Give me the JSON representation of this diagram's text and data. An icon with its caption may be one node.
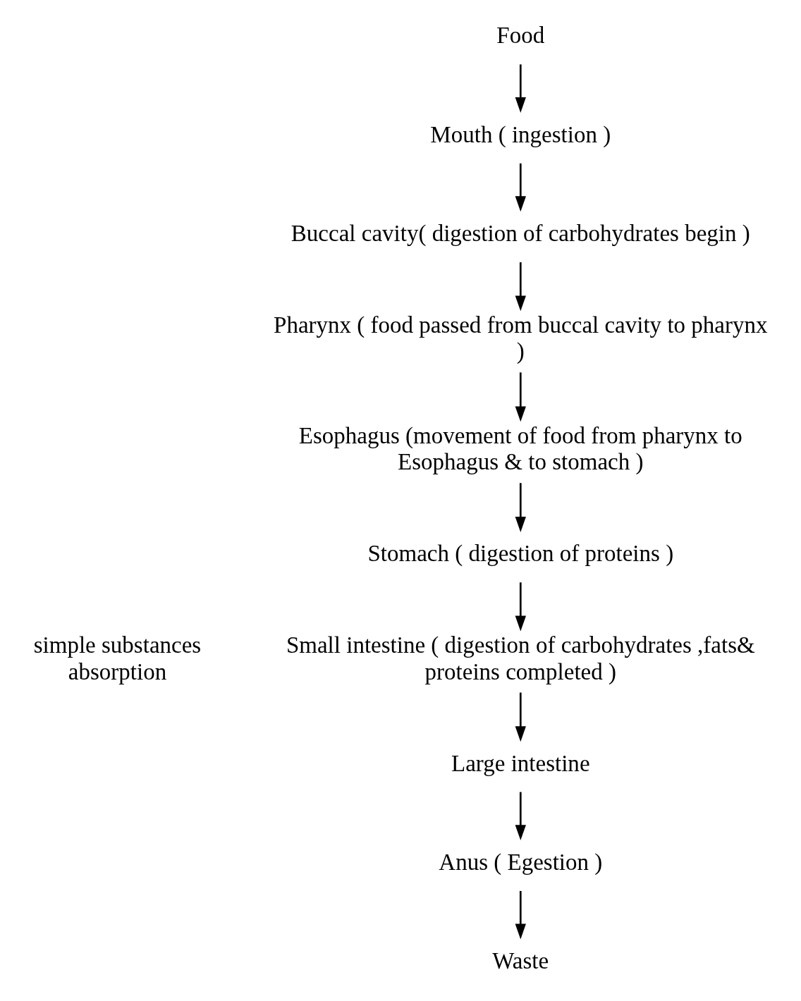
{
  "diagram": {
    "nodes": [
      {
        "text": [
          "Food"
        ]
      },
      {
        "text": [
          "Mouth ( ingestion )"
        ]
      },
      {
        "text": [
          "Buccal cavity( digestion of carbohydrates begin )"
        ]
      },
      {
        "text": [
          "Pharynx ( food passed from buccal cavity to pharynx )"
        ]
      },
      {
        "text": [
          "Esophagus (movement of food from pharynx to Esophagus & to stomach )"
        ]
      },
      {
        "text": [
          "Stomach ( digestion of proteins )"
        ]
      },
      {
        "text": [
          "Small intestine ( digestion of carbohydrates ,fats& proteins completed )"
        ]
      },
      {
        "text": [
          "Large intestine"
        ]
      },
      {
        "text": [
          "Anus ( Egestion )"
        ]
      },
      {
        "text": [
          "Waste"
        ]
      }
    ],
    "edges": [
      {
        "from": 0,
        "to": 1,
        "arrow": "to"
      },
      {
        "from": 1,
        "to": 2,
        "arrow": "to"
      },
      {
        "from": 2,
        "to": 3,
        "arrow": "to"
      },
      {
        "from": 3,
        "to": 4,
        "arrow": "to"
      },
      {
        "from": 4,
        "to": 5,
        "arrow": "to"
      },
      {
        "from": 5,
        "to": 6,
        "arrow": "to"
      },
      {
        "from": 6,
        "to": 7,
        "arrow": "to"
      },
      {
        "from": 7,
        "to": 8,
        "arrow": "to"
      },
      {
        "from": 8,
        "to": 9,
        "arrow": "to"
      }
    ],
    "labels": [
      "simple substances absorption"
    ]
  }
}
